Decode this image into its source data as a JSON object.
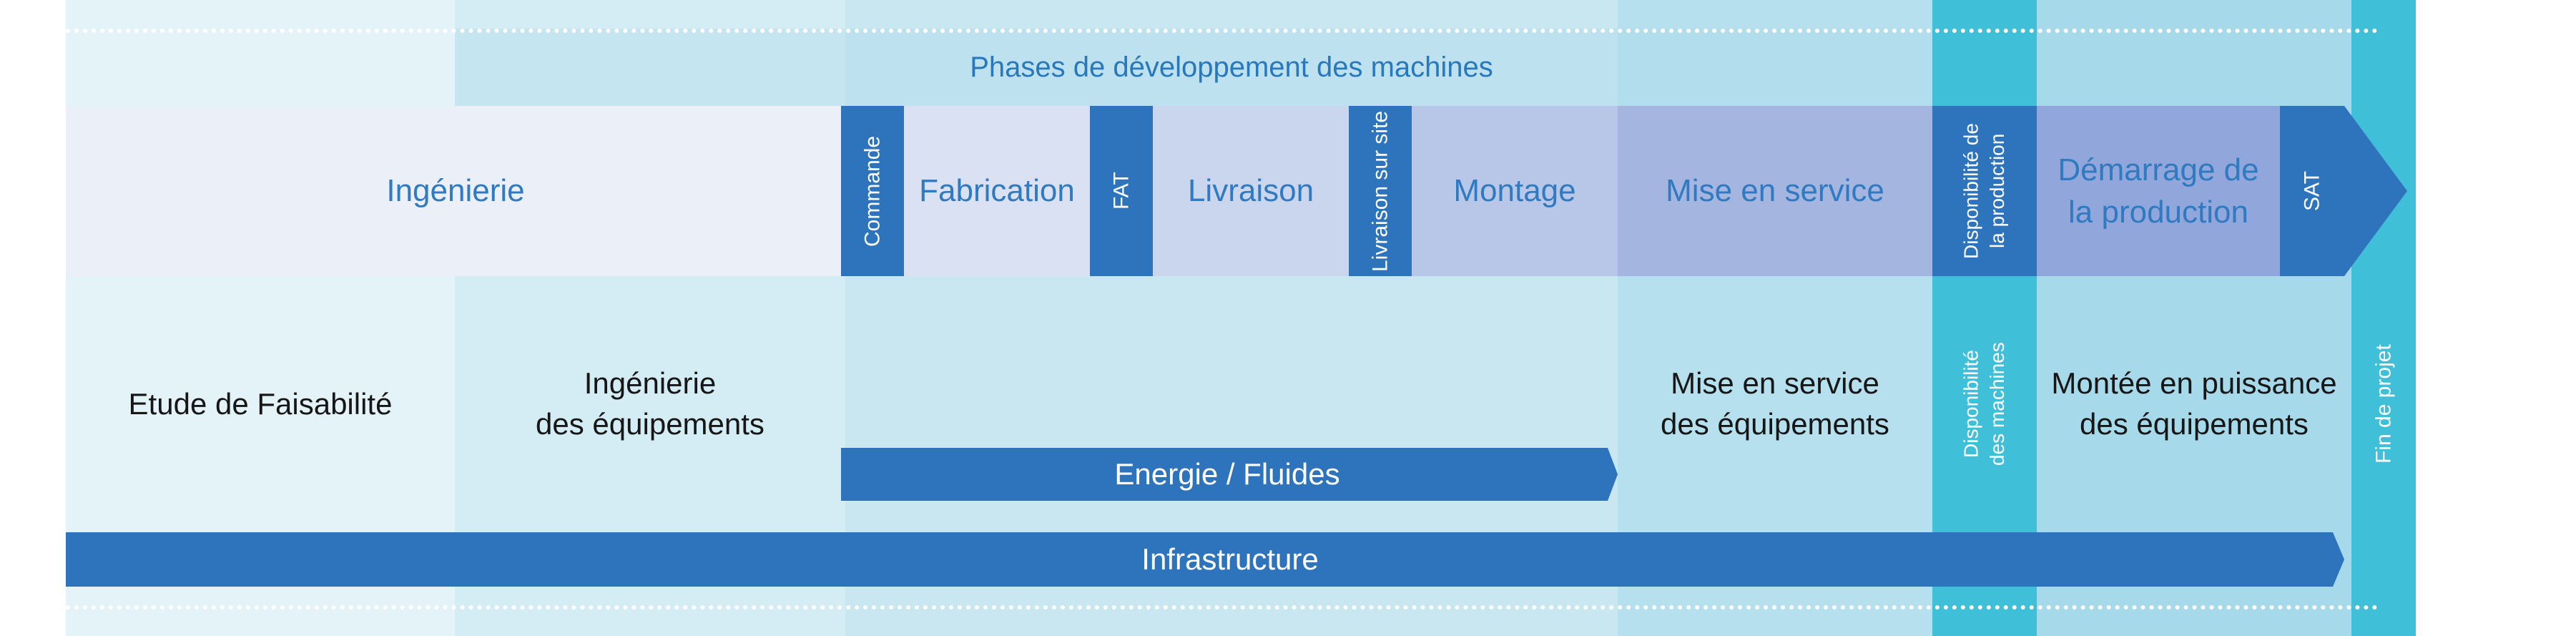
{
  "header": {
    "title": "Phases de développement des machines"
  },
  "phases": {
    "ingenierie": "Ingénierie",
    "commande": "Commande",
    "fabrication": "Fabrication",
    "fat": "FAT",
    "livraison": "Livraison",
    "livraison_site": "Livraison sur site",
    "montage": "Montage",
    "mise_en_service": "Mise en service",
    "disponibilite_production": "Disponibilité de\nla production",
    "demarrage_production": "Démarrage de\nla production",
    "sat": "SAT"
  },
  "activities": {
    "etude": "Etude de Faisabilité",
    "ingenierie_equipements": "Ingénierie\ndes équipements",
    "mise_en_service_equipements": "Mise en service\ndes équipements",
    "disponibilite_machines": "Disponibilité\ndes machines",
    "montee_puissance": "Montée en puissance\ndes équipements",
    "fin_projet": "Fin de projet"
  },
  "bars": {
    "energie": "Energie / Fluides",
    "infrastructure": "Infrastructure"
  },
  "colors": {
    "dark_blue": "#2e74bc",
    "cyan": "#40bfd9",
    "header_text": "#2878bd"
  }
}
